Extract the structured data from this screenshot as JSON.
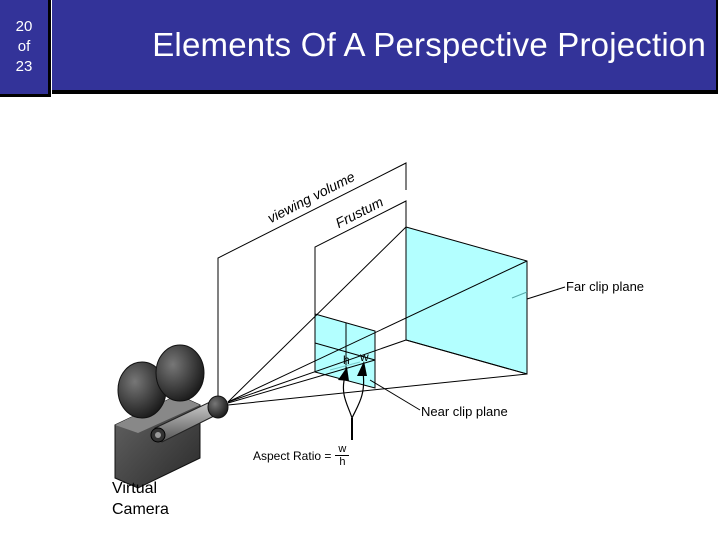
{
  "slide": {
    "counter": {
      "current": "20",
      "of": "of",
      "total": "23"
    },
    "title": "Elements Of A Perspective Projection",
    "colors": {
      "header_bg": "#333399",
      "header_text": "#ffffff",
      "plane_fill": "#b3ffff",
      "line": "#000000"
    }
  },
  "diagram": {
    "labels": {
      "viewing_volume": "viewing volume",
      "frustum": "Frustum",
      "far_clip_plane": "Far clip plane",
      "near_clip_plane": "Near clip plane",
      "h": "h",
      "w": "w",
      "aspect_ratio": "Aspect Ratio =",
      "aspect_num": "w",
      "aspect_den": "h",
      "camera_line1": "Virtual",
      "camera_line2": "Camera"
    },
    "icons": {
      "camera": "movie-camera-icon"
    }
  }
}
